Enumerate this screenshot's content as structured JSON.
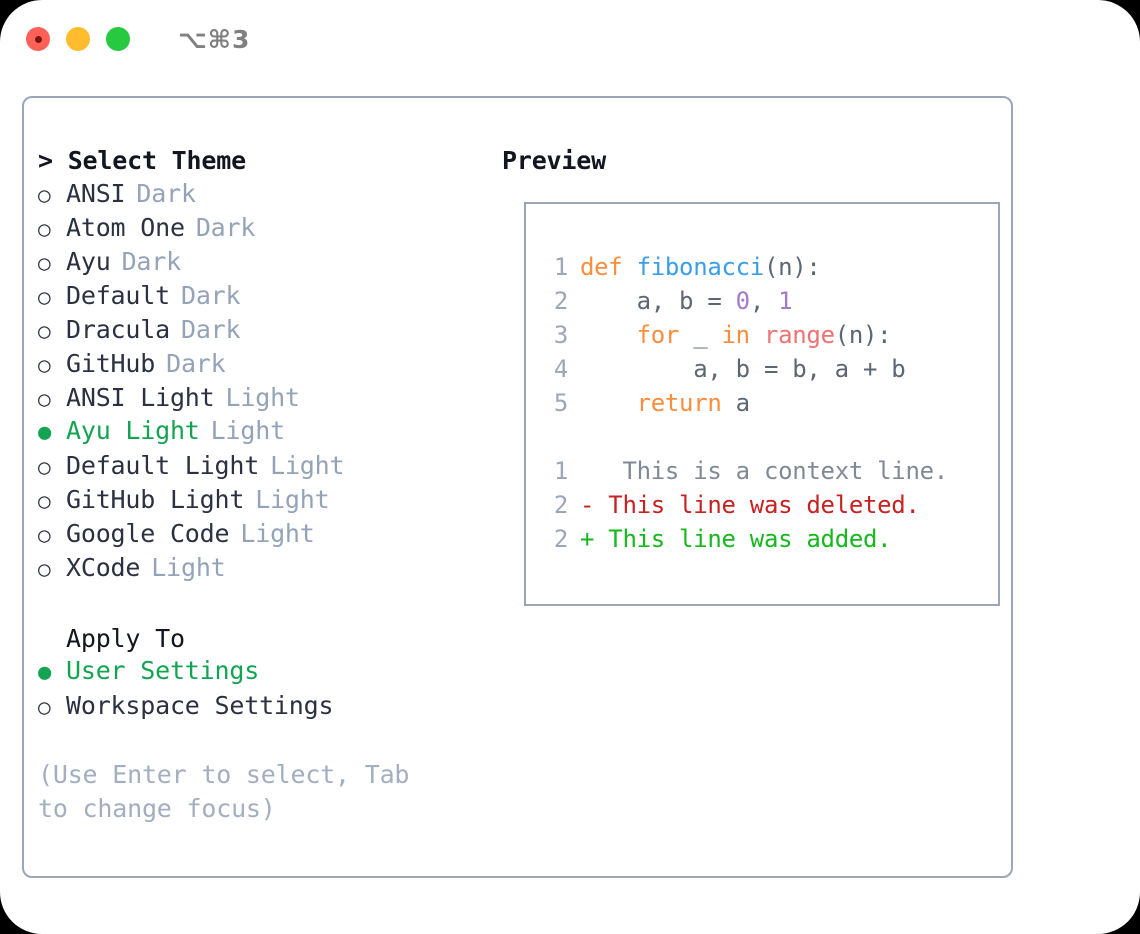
{
  "window": {
    "shortcut": "⌥⌘3",
    "traffic_lights": [
      {
        "name": "close",
        "color": "#FF6159"
      },
      {
        "name": "minimize",
        "color": "#FFBD2E"
      },
      {
        "name": "maximize",
        "color": "#26C940"
      }
    ]
  },
  "theme_panel": {
    "heading": "> Select Theme",
    "marker_selected": "●",
    "marker_unselected": "○",
    "accent_color": "#12A452",
    "muted_color": "#94A3B8",
    "themes": [
      {
        "label": "ANSI",
        "tag": "Dark",
        "selected": false
      },
      {
        "label": "Atom One",
        "tag": "Dark",
        "selected": false
      },
      {
        "label": "Ayu",
        "tag": "Dark",
        "selected": false
      },
      {
        "label": "Default",
        "tag": "Dark",
        "selected": false
      },
      {
        "label": "Dracula",
        "tag": "Dark",
        "selected": false
      },
      {
        "label": "GitHub",
        "tag": "Dark",
        "selected": false
      },
      {
        "label": "ANSI Light",
        "tag": "Light",
        "selected": false
      },
      {
        "label": "Ayu Light",
        "tag": "Light",
        "selected": true
      },
      {
        "label": "Default Light",
        "tag": "Light",
        "selected": false
      },
      {
        "label": "GitHub Light",
        "tag": "Light",
        "selected": false
      },
      {
        "label": "Google Code",
        "tag": "Light",
        "selected": false
      },
      {
        "label": "XCode",
        "tag": "Light",
        "selected": false
      }
    ]
  },
  "apply_to": {
    "heading": "Apply To",
    "options": [
      {
        "label": "User Settings",
        "selected": true
      },
      {
        "label": "Workspace Settings",
        "selected": false
      }
    ]
  },
  "hint": "(Use Enter to select, Tab to change focus)",
  "preview": {
    "heading": "Preview",
    "code_lines": [
      {
        "no": "1",
        "tokens": [
          {
            "t": "def",
            "c": "kw"
          },
          {
            "t": " ",
            "c": "plain"
          },
          {
            "t": "fibonacci",
            "c": "fn"
          },
          {
            "t": "(n):",
            "c": "punc"
          }
        ]
      },
      {
        "no": "2",
        "tokens": [
          {
            "t": "    a, b = ",
            "c": "plain"
          },
          {
            "t": "0",
            "c": "num"
          },
          {
            "t": ", ",
            "c": "plain"
          },
          {
            "t": "1",
            "c": "num"
          }
        ]
      },
      {
        "no": "3",
        "tokens": [
          {
            "t": "    ",
            "c": "plain"
          },
          {
            "t": "for",
            "c": "kw"
          },
          {
            "t": " _ ",
            "c": "plain"
          },
          {
            "t": "in",
            "c": "kw"
          },
          {
            "t": " ",
            "c": "plain"
          },
          {
            "t": "range",
            "c": "bi"
          },
          {
            "t": "(n):",
            "c": "punc"
          }
        ]
      },
      {
        "no": "4",
        "tokens": [
          {
            "t": "        a, b = b, a + b",
            "c": "plain"
          }
        ]
      },
      {
        "no": "5",
        "tokens": [
          {
            "t": "    ",
            "c": "plain"
          },
          {
            "t": "return",
            "c": "kw"
          },
          {
            "t": " a",
            "c": "plain"
          }
        ]
      }
    ],
    "diff_lines": [
      {
        "no": "1",
        "sign": " ",
        "text": "  This is a context line.",
        "kind": "context"
      },
      {
        "no": "2",
        "sign": "-",
        "text": " This line was deleted.",
        "kind": "del"
      },
      {
        "no": "2",
        "sign": "+",
        "text": " This line was added.",
        "kind": "add"
      }
    ],
    "colors": {
      "keyword": "#FA8D3E",
      "function": "#3A9FE8",
      "number": "#A37ACC",
      "builtin": "#F07171",
      "plain": "#5C6773",
      "lineno": "#9BA7B8",
      "diff_context": "#808A96",
      "diff_deleted": "#C62222",
      "diff_added": "#16B81E",
      "border": "#9BA7B8"
    }
  }
}
